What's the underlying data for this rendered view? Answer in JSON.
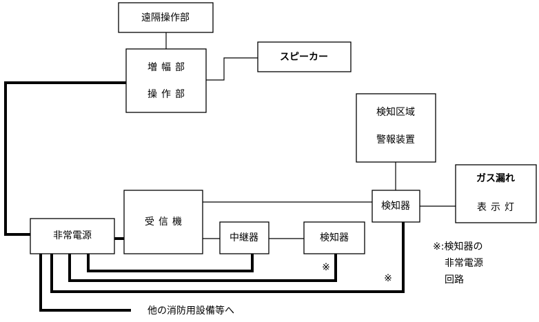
{
  "boxes": {
    "remote_control": "遠隔操作部",
    "amplifier_l1": "増幅部",
    "amplifier_l2": "操作部",
    "speaker": "スピーカー",
    "area_alarm_l1": "検知区域",
    "area_alarm_l2": "警報装置",
    "gas_leak_lamp_l1": "ガス漏れ",
    "gas_leak_lamp_l2": "表示灯",
    "receiver": "受信機",
    "emergency_power": "非常電源",
    "relay": "中継器",
    "detector_lower": "検知器",
    "detector_upper": "検知器"
  },
  "marks": {
    "detector_mark": "※",
    "wire_mark": "※"
  },
  "note": {
    "line1": "※:検知器の",
    "line2": "非常電源",
    "line3": "回路"
  },
  "other_equipment_label": "他の消防用設備等へ"
}
